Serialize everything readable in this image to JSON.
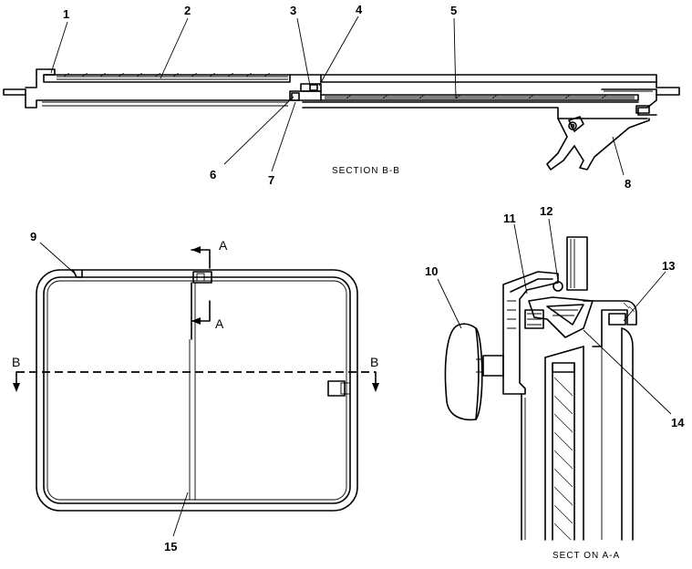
{
  "callouts": [
    "1",
    "2",
    "3",
    "4",
    "5",
    "6",
    "7",
    "8",
    "9",
    "10",
    "11",
    "12",
    "13",
    "14",
    "15"
  ],
  "captions": {
    "section_bb": "SECTION  B-B",
    "section_aa": "SECT ON  A-A"
  },
  "section_marks": {
    "a_top": "A",
    "a_bottom": "A",
    "b_left": "B",
    "b_right": "B"
  }
}
